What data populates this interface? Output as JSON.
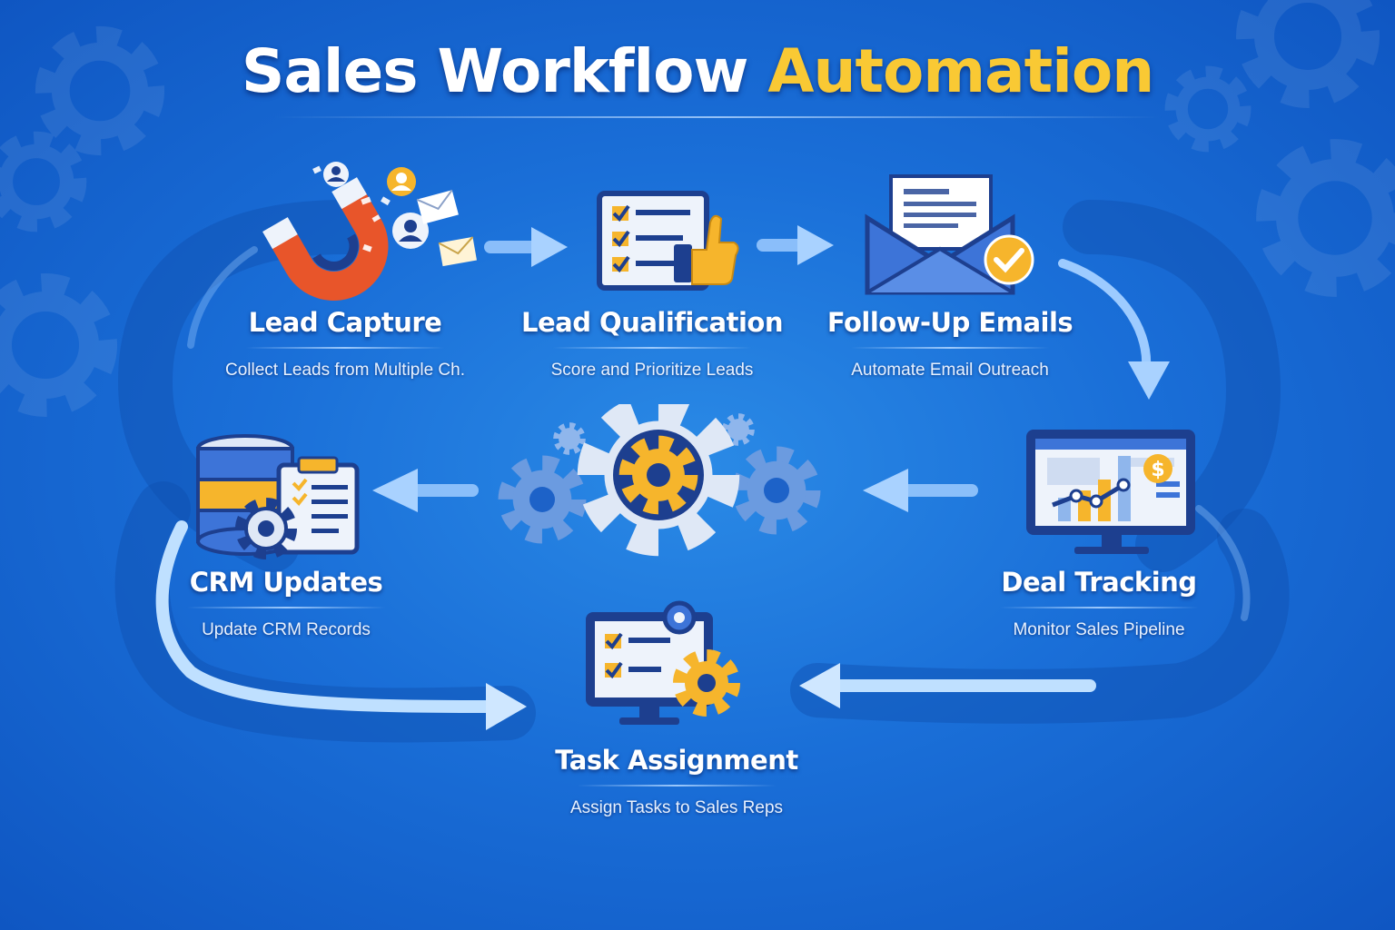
{
  "header": {
    "title_main": "Sales Workflow",
    "title_accent": "Automation"
  },
  "steps": [
    {
      "label": "Lead Capture",
      "description": "Collect Leads from Multiple Ch."
    },
    {
      "label": "Lead Qualification",
      "description": "Score and Prioritize Leads"
    },
    {
      "label": "Follow-Up Emails",
      "description": "Automate Email Outreach"
    },
    {
      "label": "Deal Tracking",
      "description": "Monitor Sales Pipeline"
    },
    {
      "label": "CRM Updates",
      "description": "Update CRM Records"
    },
    {
      "label": "Task Assignment",
      "description": "Assign Tasks to Sales Reps"
    }
  ],
  "icons": [
    "magnet-icon",
    "checklist-thumbs-up-icon",
    "email-check-icon",
    "monitor-chart-icon",
    "database-clipboard-gear-icon",
    "monitor-tasks-gear-icon",
    "central-gears-icon"
  ],
  "colors": {
    "background": "#1a6fd8",
    "accent": "#f9c934",
    "text": "#ffffff",
    "icon_navy": "#1d3f8f",
    "icon_light": "#eef3fb"
  },
  "dollar_symbol": "$"
}
